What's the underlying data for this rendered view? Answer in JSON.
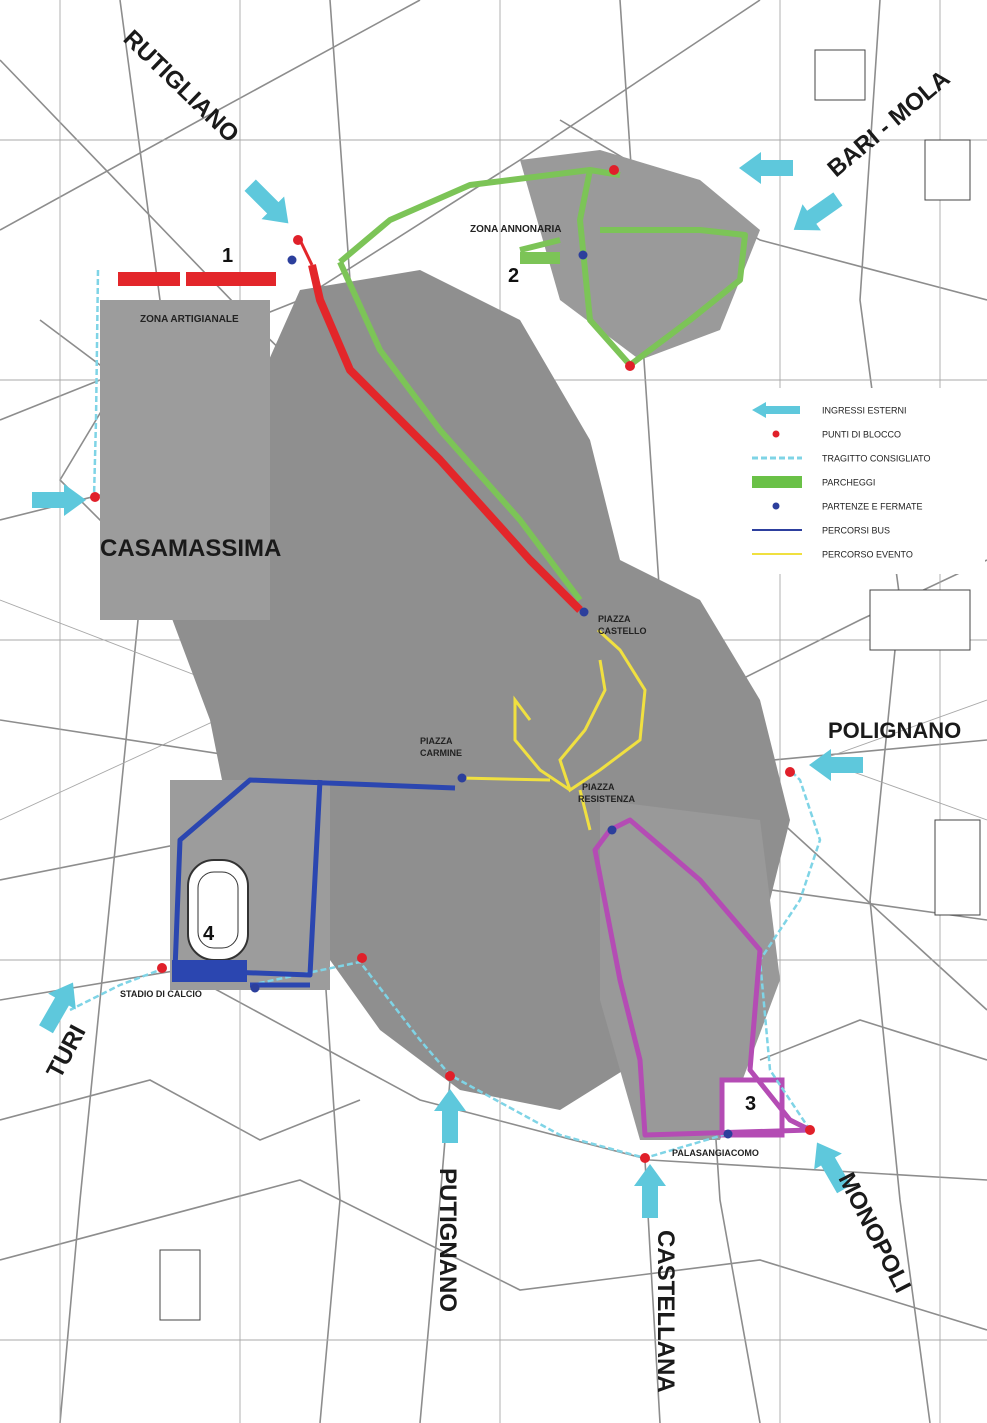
{
  "colors": {
    "ingressi": "#5ec8dc",
    "blocco": "#e0202a",
    "tragitto": "#7fd4e6",
    "parcheggi": "#6ac147",
    "fermate": "#2c3f9c",
    "bus": "#2d3f9e",
    "evento": "#f0e040",
    "zona1": "#e3262a",
    "zona2": "#7cc457",
    "zona3": "#b44cb4",
    "zona4": "#2b46b0",
    "urban": "#8c8c8c",
    "street": "#9a9a9a"
  },
  "directions": {
    "rutigliano": "RUTIGLIANO",
    "bari_mola": "BARI - MOLA",
    "polignano": "POLIGNANO",
    "monopoli": "MONOPOLI",
    "castellana": "CASTELLANA",
    "putignano": "PUTIGNANO",
    "turi": "TURI"
  },
  "places": {
    "casamassima": "CASAMASSIMA",
    "zona_artigianale": "ZONA ARTIGIANALE",
    "zona_annonaria": "ZONA ANNONARIA",
    "piazza_castello_1": "PIAZZA",
    "piazza_castello_2": "CASTELLO",
    "piazza_carmine_1": "PIAZZA",
    "piazza_carmine_2": "CARMINE",
    "piazza_resistenza_1": "PIAZZA",
    "piazza_resistenza_2": "RESISTENZA",
    "stadio": "STADIO DI CALCIO",
    "palasangiacomo": "PALASANGIACOMO"
  },
  "zones": {
    "z1": "1",
    "z2": "2",
    "z3": "3",
    "z4": "4"
  },
  "legend": {
    "items": [
      {
        "label": "INGRESSI ESTERNI",
        "icon": "arrow-icon"
      },
      {
        "label": "PUNTI DI BLOCCO",
        "icon": "red-dot-icon"
      },
      {
        "label": "TRAGITTO CONSIGLIATO",
        "icon": "dashed-line-icon"
      },
      {
        "label": "PARCHEGGI",
        "icon": "green-bar-icon"
      },
      {
        "label": "PARTENZE E FERMATE",
        "icon": "blue-dot-icon"
      },
      {
        "label": "PERCORSI BUS",
        "icon": "blue-line-icon"
      },
      {
        "label": "PERCORSO EVENTO",
        "icon": "yellow-line-icon"
      }
    ]
  }
}
